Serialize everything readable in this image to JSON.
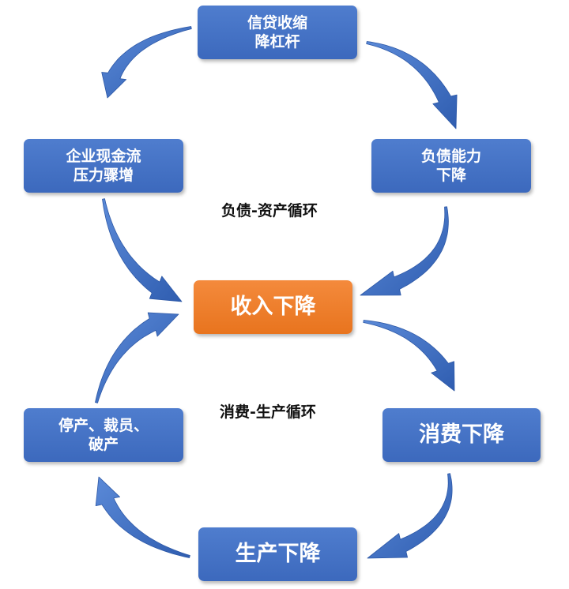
{
  "diagram": {
    "nodes": {
      "credit": "信贷收缩\n降杠杆",
      "debt": "负债能力\n下降",
      "cashflow": "企业现金流\n压力骤增",
      "income": "收入下降",
      "consume": "消费下降",
      "layoff": "停产、裁员、\n破产",
      "produce": "生产下降"
    },
    "loops": {
      "upper": "负债-资产循环",
      "lower": "消费-生产循环"
    },
    "colors": {
      "node_blue": "#4472c4",
      "node_orange": "#ed7d31",
      "arrow": "#3f6fc4"
    }
  }
}
